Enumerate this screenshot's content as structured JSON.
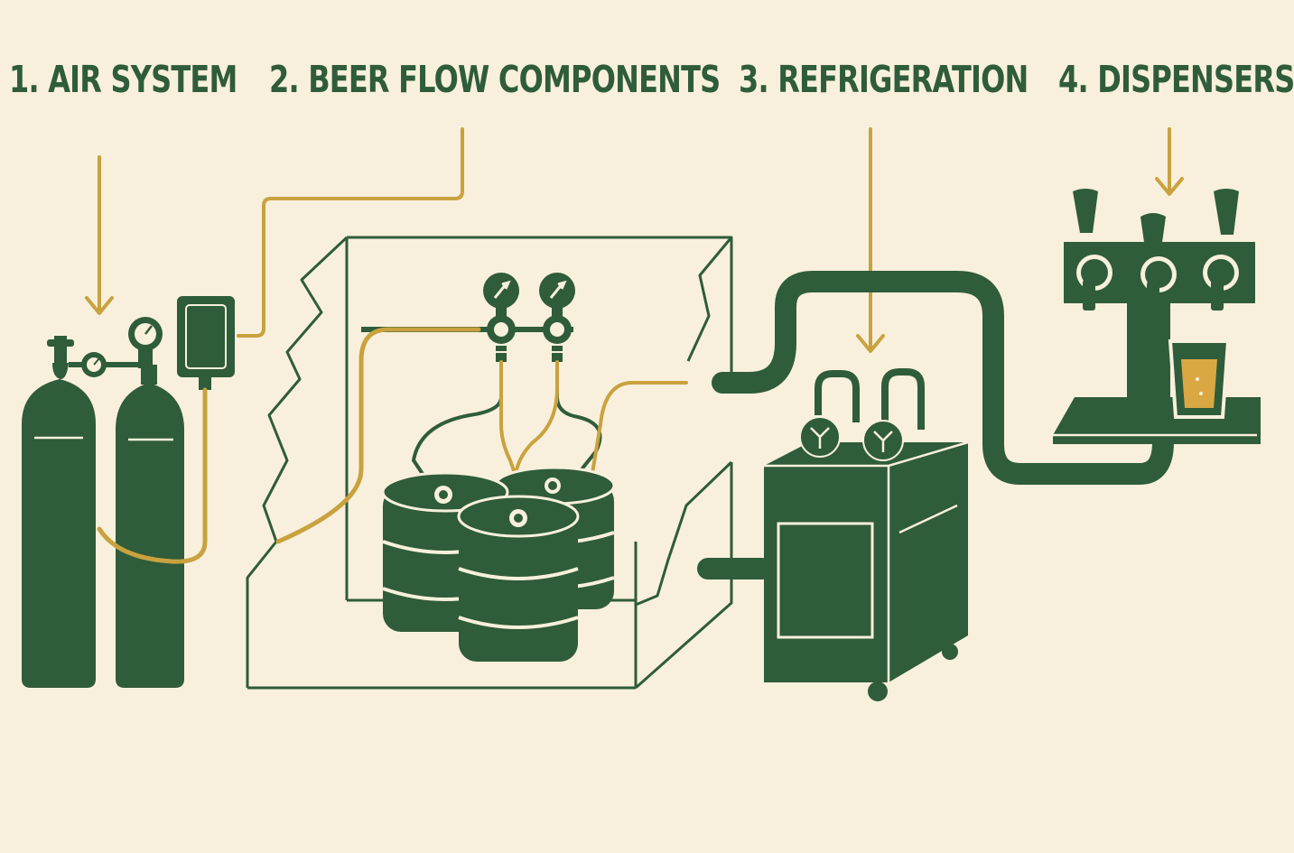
{
  "sections": [
    {
      "id": "air-system",
      "label": "1. AIR SYSTEM"
    },
    {
      "id": "beer-flow",
      "label": "2. BEER FLOW COMPONENTS"
    },
    {
      "id": "refrigeration",
      "label": "3. REFRIGERATION"
    },
    {
      "id": "dispensers",
      "label": "4. DISPENSERS"
    }
  ],
  "colors": {
    "background": "#f8f0dc",
    "green": "#2f5c3a",
    "gold": "#c9a23f",
    "beer": "#d9a843"
  }
}
